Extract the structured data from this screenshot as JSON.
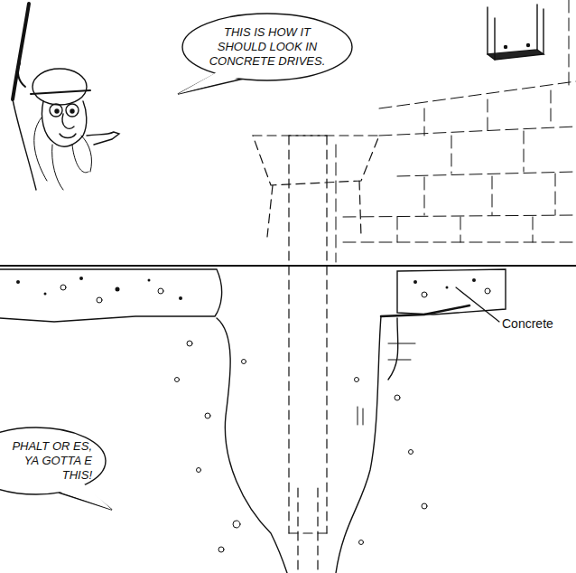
{
  "diagram": {
    "nodes": [
      {
        "text": [
          "THIS IS HOW IT SHOULD LOOK IN CONCRETE DRIVES."
        ]
      },
      {
        "text": [
          "PHALT OR ES, YA GOTTA E THIS!"
        ]
      }
    ],
    "labels": [
      "Concrete"
    ]
  }
}
